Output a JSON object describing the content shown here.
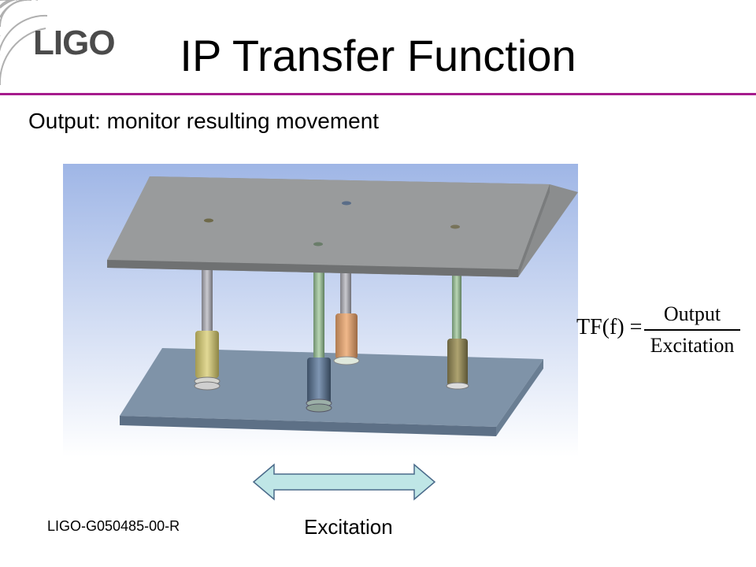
{
  "logo": {
    "text": "LIGO",
    "icon": "ligo-arcs-logo"
  },
  "slide": {
    "title": "IP Transfer Function",
    "subtitle": "Output: monitor resulting movement"
  },
  "formula": {
    "lhs": "TF(f) =",
    "numerator": "Output",
    "denominator": "Excitation"
  },
  "figure": {
    "description_icon": "ip-3d-model-render",
    "arrow_icon": "double-headed-arrow-icon",
    "arrow_label": "Excitation"
  },
  "footer": {
    "doc_id": "LIGO-G050485-00-R"
  },
  "colors": {
    "accent_rule": "#a61b8c",
    "arrow_fill": "#bfe6e6",
    "arrow_stroke": "#4a6a8a"
  }
}
